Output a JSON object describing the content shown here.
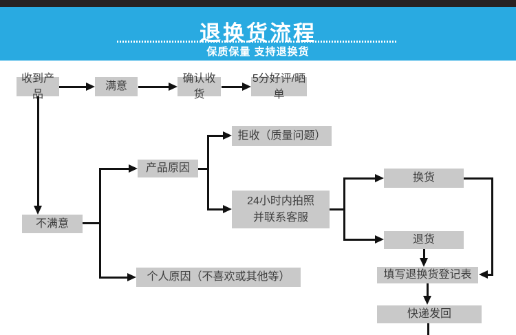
{
  "header": {
    "title": "退换货流程",
    "subtitle": "保质保量 支持退换货"
  },
  "colors": {
    "top_bar": "#272222",
    "banner": "#29aae1",
    "title_text": "#ffffff",
    "node_fill": "#c9c9c9",
    "node_text": "#3e3e3e",
    "line": "#111111"
  },
  "flow": {
    "nodes": [
      {
        "id": "receive",
        "label": "收到产品"
      },
      {
        "id": "satisfied",
        "label": "满意"
      },
      {
        "id": "confirm-receipt",
        "label": "确认收货"
      },
      {
        "id": "good-review",
        "label": "5分好评/晒单"
      },
      {
        "id": "unsatisfied",
        "label": "不满意"
      },
      {
        "id": "product-reason",
        "label": "产品原因"
      },
      {
        "id": "reject",
        "label": "拒收（质量问题）"
      },
      {
        "id": "photo-contact",
        "label": "24小时内拍照\n并联系客服"
      },
      {
        "id": "personal-reason",
        "label": "个人原因（不喜欢或其他等）"
      },
      {
        "id": "exchange",
        "label": "换货"
      },
      {
        "id": "return",
        "label": "退货"
      },
      {
        "id": "fill-form",
        "label": "填写退换货登记表"
      },
      {
        "id": "express-back",
        "label": "快递发回"
      }
    ]
  }
}
